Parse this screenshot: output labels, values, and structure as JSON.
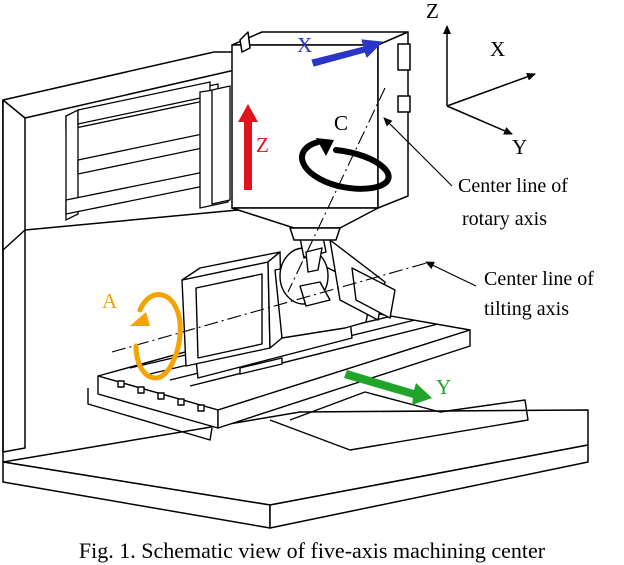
{
  "coordinate_frame": {
    "z": "Z",
    "x": "X",
    "y": "Y"
  },
  "axes": {
    "x": {
      "label": "X",
      "color": "#2b35c8"
    },
    "z": {
      "label": "Z",
      "color": "#e3131b"
    },
    "y": {
      "label": "Y",
      "color": "#20a52a"
    },
    "a": {
      "label": "A",
      "color": "#f5a300"
    },
    "c": {
      "label": "C",
      "color": "#000000"
    }
  },
  "annotations": {
    "rotary_line1": "Center line of",
    "rotary_line2": "rotary axis",
    "tilting_line1": "Center line of",
    "tilting_line2": "tilting axis"
  },
  "caption": "Fig. 1. Schematic view of five-axis machining center"
}
